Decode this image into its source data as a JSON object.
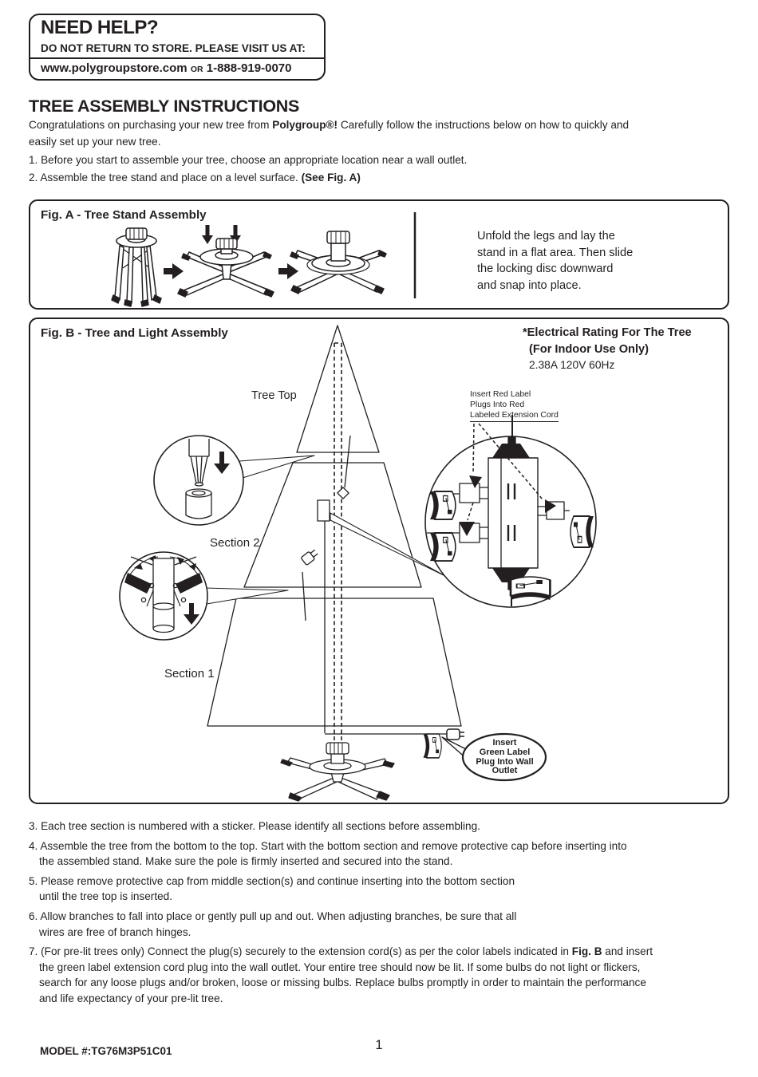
{
  "colors": {
    "ink": "#231f20",
    "paper": "#ffffff"
  },
  "help_box": {
    "title": "NEED HELP?",
    "subtitle": "DO NOT RETURN TO STORE. PLEASE VISIT US AT:",
    "website": "www.polygroupstore.com",
    "or_text": "OR",
    "phone": "1-888-919-0070"
  },
  "intro": {
    "title": "TREE ASSEMBLY INSTRUCTIONS",
    "para_pre": "Congratulations on purchasing your new tree from ",
    "para_bold": "Polygroup®!",
    "para_post": "  Carefully follow the instructions below on how to quickly and",
    "para_line2": "easily set up your new tree.",
    "step1": "1. Before you start to assemble your tree, choose an appropriate location near a wall outlet.",
    "step2_pre": "2. Assemble the tree stand and place on a level surface. ",
    "step2_bold": "(See Fig. A)"
  },
  "fig_a": {
    "title": "Fig. A - Tree Stand Assembly",
    "caption_line1": "Unfold the legs and lay the",
    "caption_line2": "stand in a flat area. Then slide",
    "caption_line3": "the locking disc downward",
    "caption_line4": "and snap into place."
  },
  "fig_b": {
    "title": "Fig. B - Tree and Light Assembly",
    "electrical_line1": "*Electrical Rating For The Tree",
    "electrical_line2": "(For Indoor Use Only)",
    "electrical_line3": "2.38A 120V 60Hz",
    "tree_top_label": "Tree Top",
    "section2_label": "Section 2",
    "section1_label": "Section 1",
    "red_label_line1": "Insert Red Label",
    "red_label_line2": "Plugs Into Red",
    "red_label_line3": "Labeled Extension Cord",
    "green_bubble_line1": "Insert",
    "green_bubble_line2": "Green Label",
    "green_bubble_line3": "Plug Into Wall",
    "green_bubble_line4": "Outlet"
  },
  "steps": {
    "s3_line1": "3. Each tree section is numbered with a sticker. Please identify all sections before assembling.",
    "s4_line1": "4. Assemble the tree from the bottom to the top. Start with the bottom section and remove protective cap before inserting into",
    "s4_line2": "the assembled stand. Make sure the pole is firmly inserted and secured into the stand.",
    "s5_line1": "5. Please remove protective cap from middle section(s) and continue inserting into the bottom section",
    "s5_line2": "until the tree top is inserted.",
    "s6_line1": "6. Allow branches to fall into place or gently pull up and out. When adjusting branches, be sure that all",
    "s6_line2": "wires are free of branch hinges.",
    "s7_line1a": "7. (For pre-lit trees only) Connect the plug(s) securely to the extension cord(s) as per the color labels indicated in ",
    "s7_line1bold": "Fig. B",
    "s7_line1b": " and insert",
    "s7_line2": "the green label extension cord plug into the wall outlet. Your entire tree should now be lit. If some bulbs do not light or flickers,",
    "s7_line3": "search for any loose plugs and/or broken, loose or missing bulbs. Replace bulbs promptly in order to maintain the performance",
    "s7_line4": "and life expectancy of your pre-lit tree."
  },
  "footer": {
    "model_label": "MODEL #:TG76M3P51C01",
    "page_number": "1"
  }
}
